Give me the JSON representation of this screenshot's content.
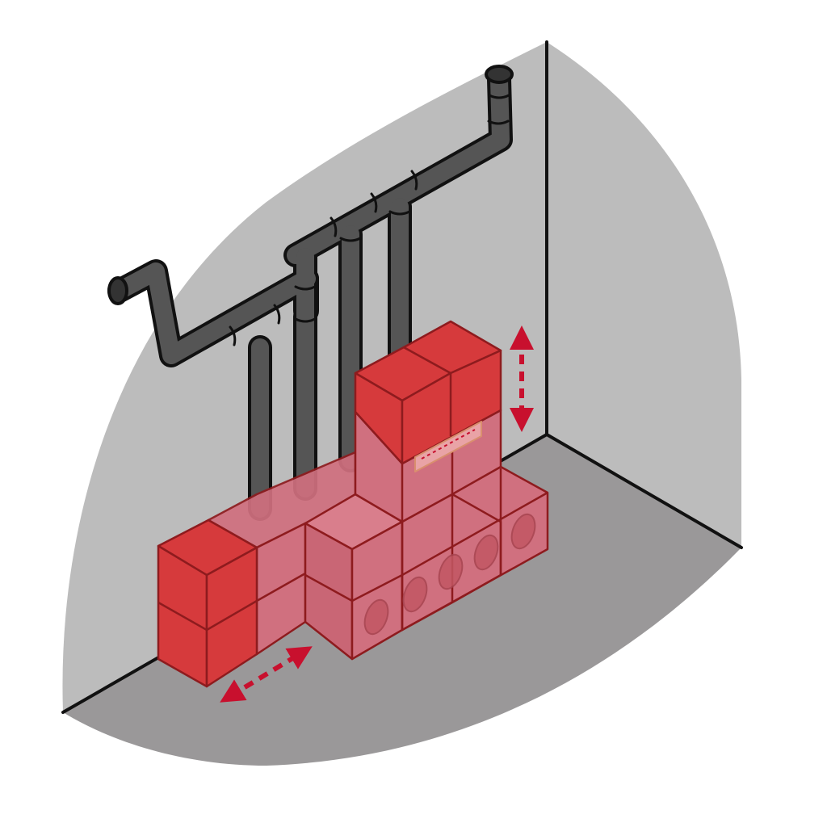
{
  "diagram": {
    "subject": "modular-cabinet-arrangement-under-wall-pipes",
    "colors": {
      "background": "#ffffff",
      "wall": "#bcbcbc",
      "floor": "#9a9899",
      "pipe_fill": "#555555",
      "pipe_outline": "#111111",
      "module_solid": "#d63a3c",
      "module_transparent": "#d0707f",
      "module_edge": "#8e1b1e",
      "arrow": "#c8102e"
    },
    "icons": {
      "vertical_arrow": "double-headed-dashed-arrow-vertical",
      "horizontal_arrow": "double-headed-dashed-arrow-horizontal"
    }
  }
}
